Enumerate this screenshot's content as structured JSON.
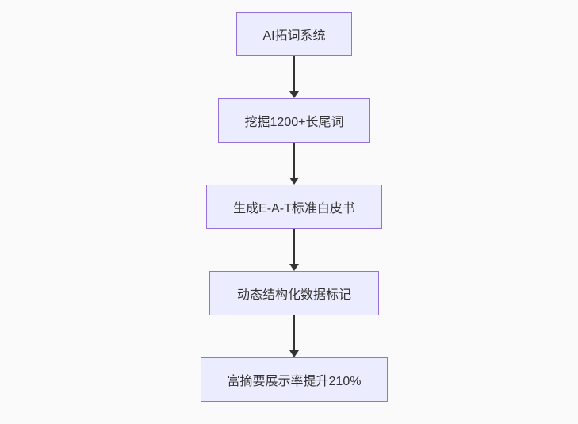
{
  "diagram": {
    "type": "flowchart",
    "direction": "top-down",
    "colors": {
      "background": "#fafafa",
      "node_fill": "#ECECFF",
      "node_border": "#9370DB",
      "node_text": "#333333",
      "arrow": "#333333"
    },
    "nodes": [
      {
        "id": "step-1",
        "label": "AI拓词系统"
      },
      {
        "id": "step-2",
        "label": "挖掘1200+长尾词"
      },
      {
        "id": "step-3",
        "label": "生成E-A-T标准白皮书"
      },
      {
        "id": "step-4",
        "label": "动态结构化数据标记"
      },
      {
        "id": "step-5",
        "label": "富摘要展示率提升210%"
      }
    ],
    "edges": [
      {
        "from": "step-1",
        "to": "step-2"
      },
      {
        "from": "step-2",
        "to": "step-3"
      },
      {
        "from": "step-3",
        "to": "step-4"
      },
      {
        "from": "step-4",
        "to": "step-5"
      }
    ]
  }
}
